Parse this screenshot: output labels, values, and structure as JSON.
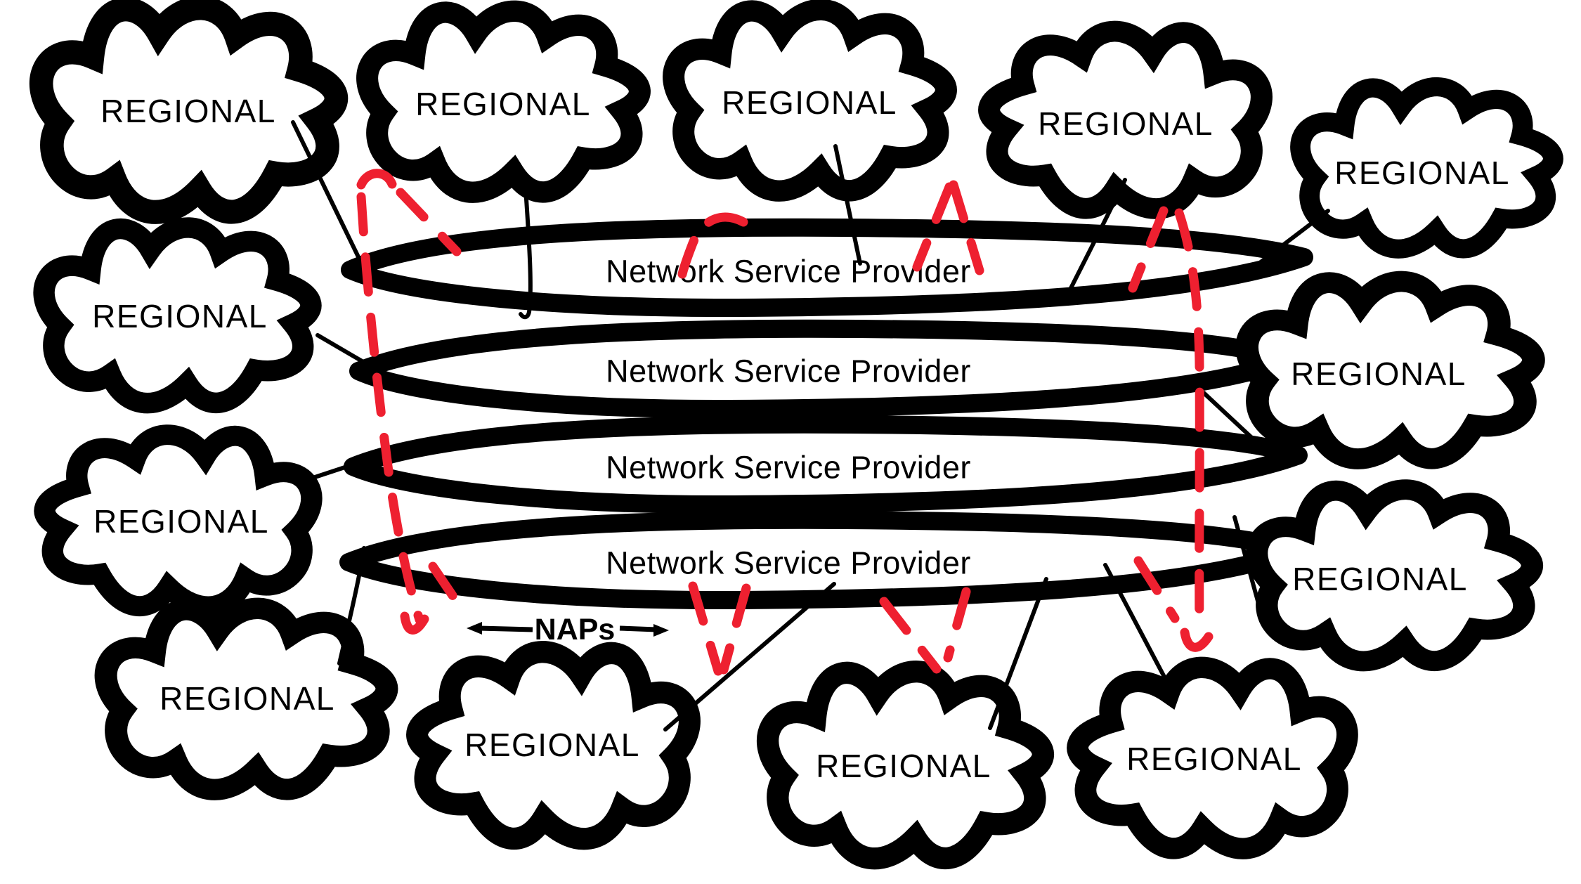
{
  "figure": {
    "background": "#ffffff",
    "ink_color": "#000000",
    "nap_accent_color": "#ee2030"
  },
  "clouds": [
    {
      "id": "top-1",
      "label": "REGIONAL"
    },
    {
      "id": "top-2",
      "label": "REGIONAL"
    },
    {
      "id": "top-3",
      "label": "REGIONAL"
    },
    {
      "id": "top-4",
      "label": "REGIONAL"
    },
    {
      "id": "top-right",
      "label": "REGIONAL"
    },
    {
      "id": "left-middle",
      "label": "REGIONAL"
    },
    {
      "id": "left-lower",
      "label": "REGIONAL"
    },
    {
      "id": "bottom-left",
      "label": "REGIONAL"
    },
    {
      "id": "bottom-1",
      "label": "REGIONAL"
    },
    {
      "id": "bottom-2",
      "label": "REGIONAL"
    },
    {
      "id": "bottom-3",
      "label": "REGIONAL"
    },
    {
      "id": "right-middle",
      "label": "REGIONAL"
    },
    {
      "id": "right-lower",
      "label": "REGIONAL"
    }
  ],
  "nsp_rows": [
    {
      "label": "Network Service Provider"
    },
    {
      "label": "Network Service Provider"
    },
    {
      "label": "Network Service Provider"
    },
    {
      "label": "Network Service Provider"
    }
  ],
  "naps": {
    "label": "NAPs"
  }
}
